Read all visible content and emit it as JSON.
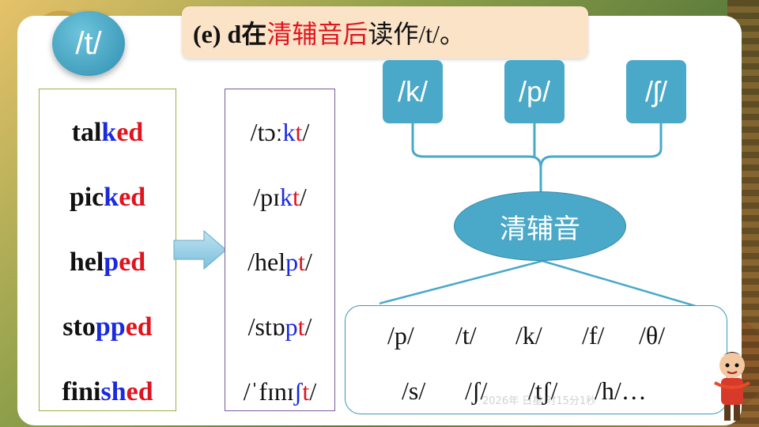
{
  "badge": "/t/",
  "title": {
    "prefix": "(e) d在",
    "highlight": "清辅音后",
    "suffix": "读作/t/。"
  },
  "words": [
    {
      "base": "tal",
      "k": "k",
      "ed": "ed"
    },
    {
      "base": "pic",
      "k": "k",
      "ed": "ed"
    },
    {
      "base": "hel",
      "k": "p",
      "ed": "ed"
    },
    {
      "base": "sto",
      "k": "pp",
      "ed": "ed"
    },
    {
      "base": "fini",
      "k": "sh",
      "ed": "ed"
    }
  ],
  "phonetics": [
    {
      "a": "/tɔː",
      "b": "k",
      "c": "t",
      "d": "/"
    },
    {
      "a": "/pɪ",
      "b": "k",
      "c": "t",
      "d": "/"
    },
    {
      "a": "/hel",
      "b": "p",
      "c": "t",
      "d": "/"
    },
    {
      "a": "/stɒ",
      "b": "p",
      "c": "t",
      "d": "/"
    },
    {
      "a": "/ˈfɪnɪ",
      "b": "ʃ",
      "c": "t",
      "d": "/"
    }
  ],
  "top_sounds": [
    "/k/",
    "/p/",
    "/ʃ/"
  ],
  "center_label": "清辅音",
  "sound_list": {
    "row1": [
      "/p/",
      "/t/",
      "/k/",
      "/f/",
      "/θ/"
    ],
    "row2": [
      "/s/",
      "/ʃ/",
      "/tʃ/",
      "/h/…"
    ]
  },
  "watermark": "2026年  日星   时15分1秒",
  "colors": {
    "red": "#e0141e",
    "blue": "#1a2ae0",
    "accent": "#4aa8c8",
    "title_bg": "#fbe3c8"
  },
  "icons": [
    "arrow-right-icon",
    "cartoon-character-icon"
  ]
}
